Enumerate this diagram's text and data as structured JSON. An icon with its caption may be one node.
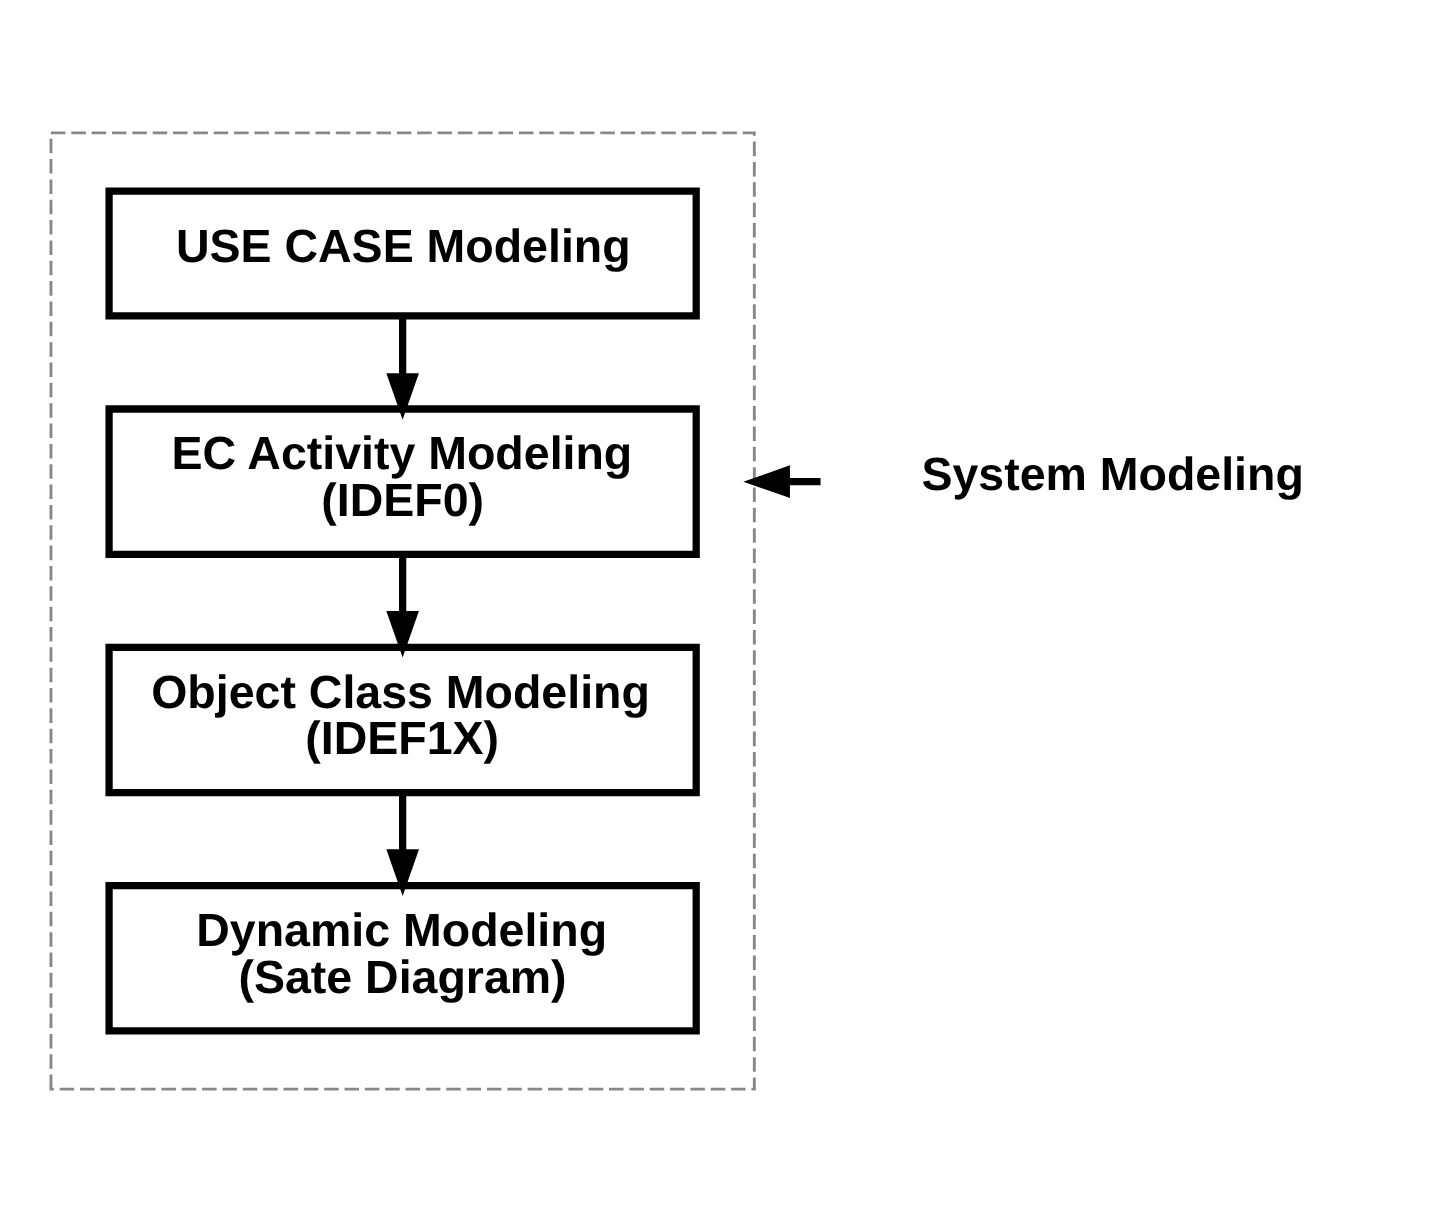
{
  "diagram": {
    "nodes": [
      {
        "text": [],
        "shape": "box"
      },
      {
        "text": [
          "USE CASE Modeling"
        ],
        "in": 0
      },
      {
        "text": [
          "EC Activity Modeling",
          "(IDEF0)"
        ],
        "in": 0
      },
      {
        "text": [
          "Object Class Modeling",
          "(IDEF1X)"
        ],
        "in": 0
      },
      {
        "text": [
          "Dynamic Modeling",
          "(Sate Diagram)"
        ],
        "in": 0
      },
      {
        "text": [
          "System Modeling"
        ]
      }
    ],
    "edges": [
      {
        "from": 1,
        "to": 2,
        "arrow": "to"
      },
      {
        "from": 2,
        "to": 3,
        "arrow": "to"
      },
      {
        "from": 3,
        "to": 4,
        "arrow": "to"
      },
      {
        "from": 5,
        "to": 0,
        "arrow": "to"
      }
    ]
  }
}
